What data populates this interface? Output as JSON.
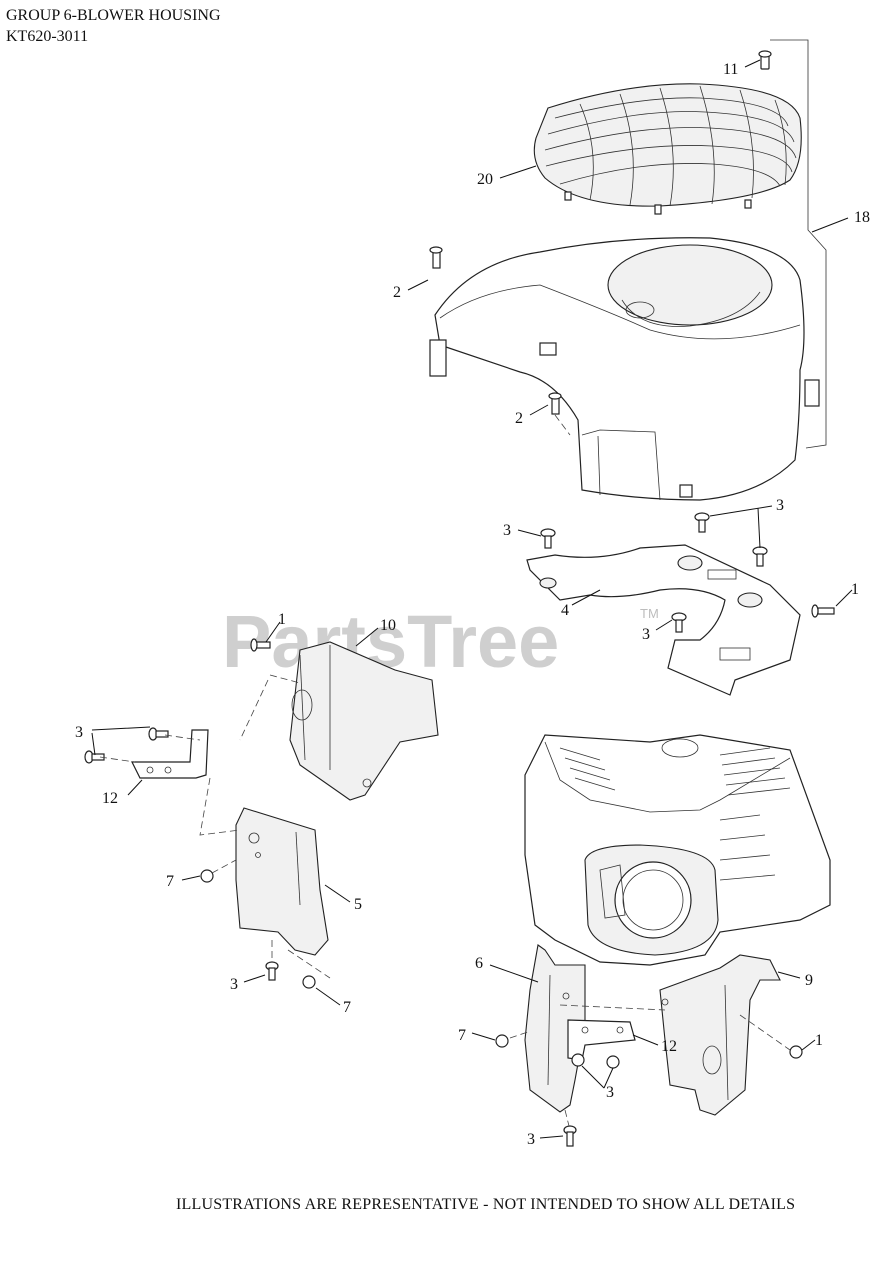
{
  "header": {
    "group_title": "GROUP 6-BLOWER HOUSING",
    "model_number": "KT620-3011"
  },
  "watermark": {
    "brand": "PartsTree",
    "trademark": "TM"
  },
  "callouts": {
    "c11": "11",
    "c20": "20",
    "c18": "18",
    "c2a": "2",
    "c2b": "2",
    "c3a": "3",
    "c3b": "3",
    "c3c": "3",
    "c1a": "1",
    "c4": "4",
    "c1b": "1",
    "c10": "10",
    "c3d": "3",
    "c12a": "12",
    "c7a": "7",
    "c5": "5",
    "c3e": "3",
    "c7b": "7",
    "c6": "6",
    "c9": "9",
    "c7c": "7",
    "c12b": "12",
    "c1c": "1",
    "c3f": "3",
    "c3g": "3"
  },
  "footer": {
    "disclaimer": "ILLUSTRATIONS ARE REPRESENTATIVE - NOT INTENDED TO SHOW ALL DETAILS"
  }
}
